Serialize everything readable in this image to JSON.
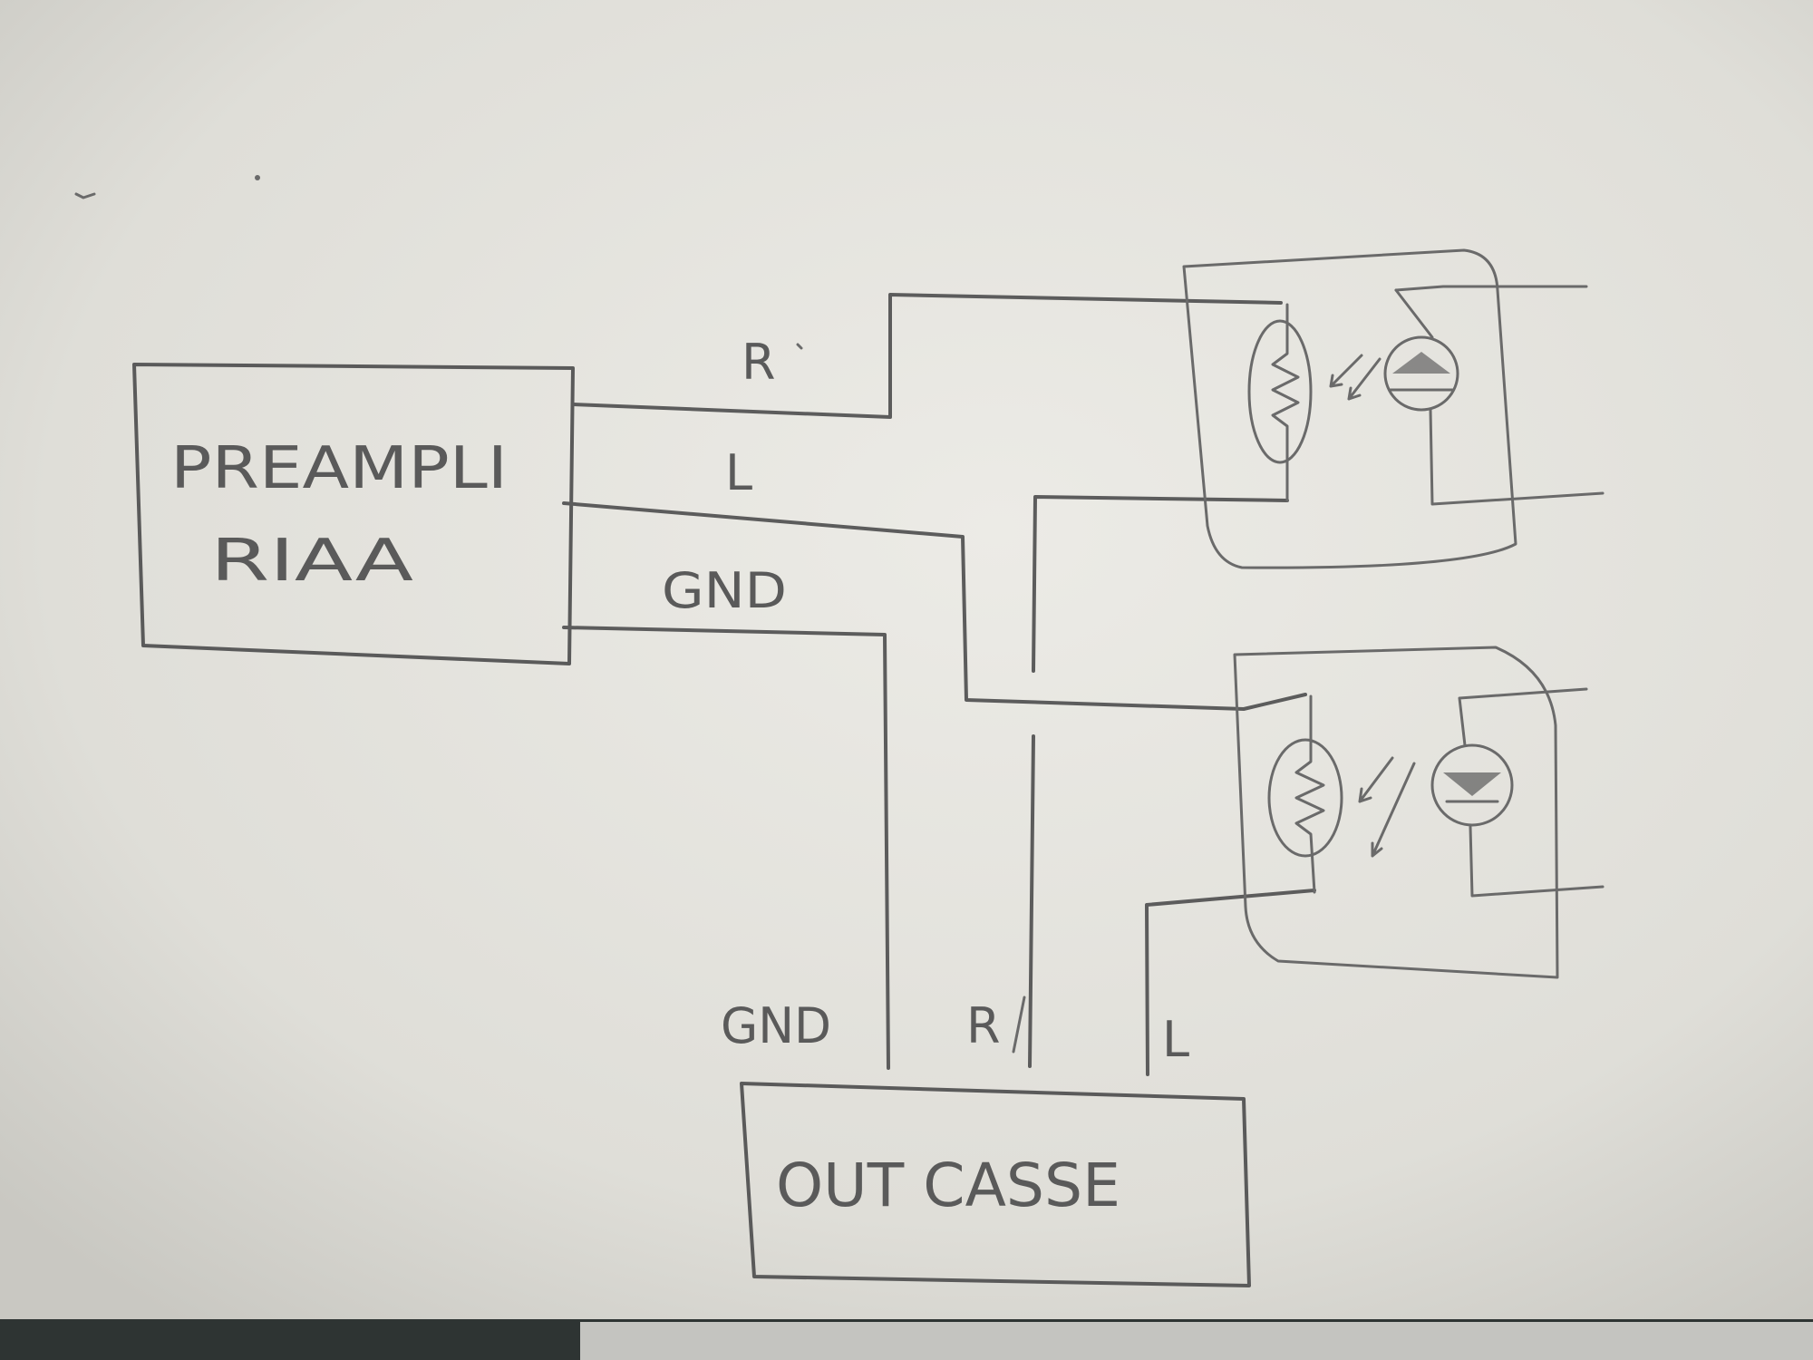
{
  "blocks": {
    "preamp": {
      "line1": "PREAMPLI",
      "line2": "RIAA"
    },
    "output": {
      "label": "OUT CASSE"
    }
  },
  "labels": {
    "top_r": "R",
    "top_l": "L",
    "top_gnd": "GND",
    "bottom_gnd": "GND",
    "bottom_r": "R",
    "bottom_l": "L"
  },
  "components": [
    {
      "kind": "optocoupler",
      "parts": [
        "ldr-resistor",
        "led"
      ]
    },
    {
      "kind": "optocoupler",
      "parts": [
        "ldr-resistor",
        "led"
      ]
    }
  ],
  "colors": {
    "paper": "#e6e5df",
    "pencil": "#5a5a5a",
    "desk": "#2e3433"
  }
}
